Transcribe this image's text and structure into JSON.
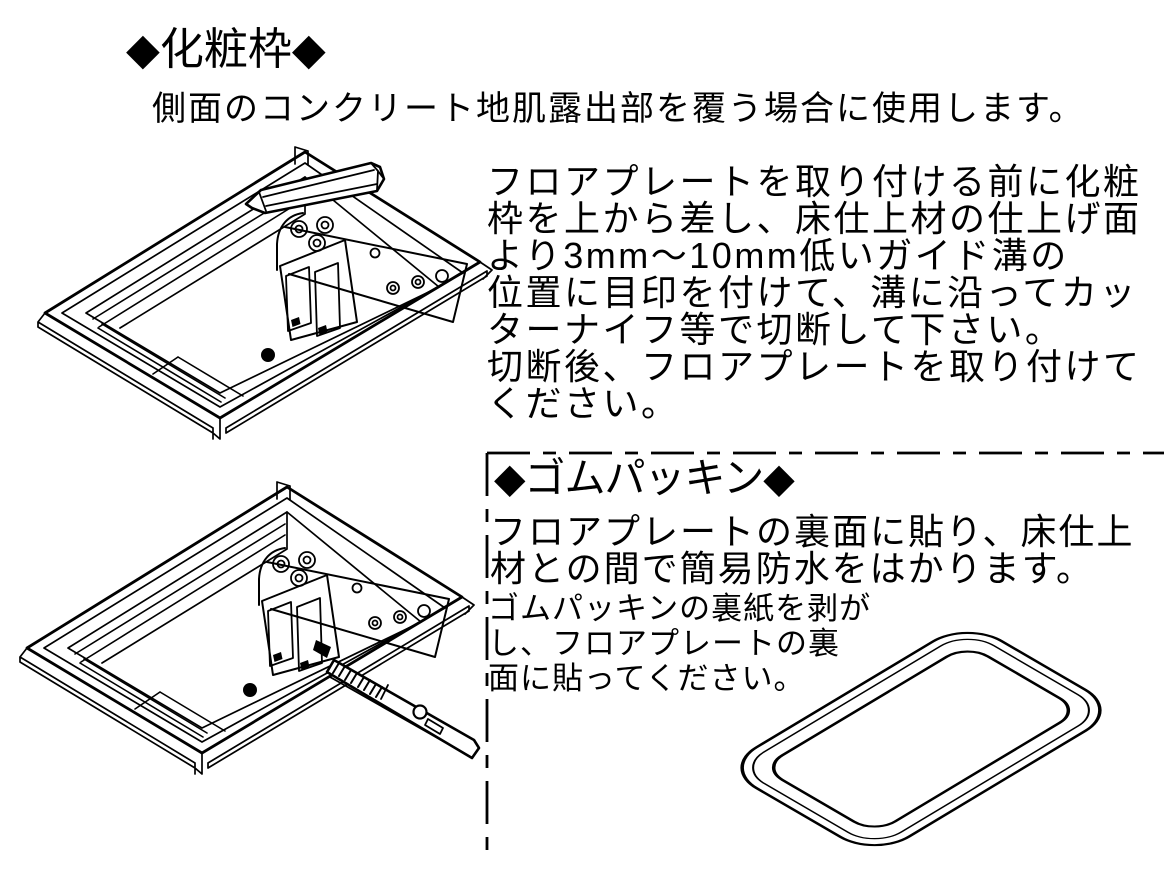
{
  "document": {
    "background": "#ffffff",
    "ink_color": "#000000"
  },
  "kesho_section": {
    "heading": "◆化粧枠◆",
    "subtitle": "側面のコンクリート地肌露出部を覆う場合に使用します。",
    "body": "フロアプレートを取り付ける前に化粧\n枠を上から差し、床仕上材の仕上げ面\nより3mm〜10mm低いガイド溝の\n位置に目印を付けて、溝に沿ってカッ\nターナイフ等で切断して下さい。\n切断後、フロアプレートを取り付けて\nください。",
    "illustration": "underfloor-box-with-marker-pen"
  },
  "gomu_section": {
    "heading": "◆ゴムパッキン◆",
    "body": "フロアプレートの裏面に貼り、床仕上\n材との間で簡易防水をはかります。",
    "note": "ゴムパッキンの裏紙を剥が\nし、フロアプレートの裏\n面に貼ってください。",
    "illustrations": [
      "underfloor-box-with-cutter-knife",
      "rubber-gasket-ring"
    ],
    "border_style": "dash-dot"
  }
}
